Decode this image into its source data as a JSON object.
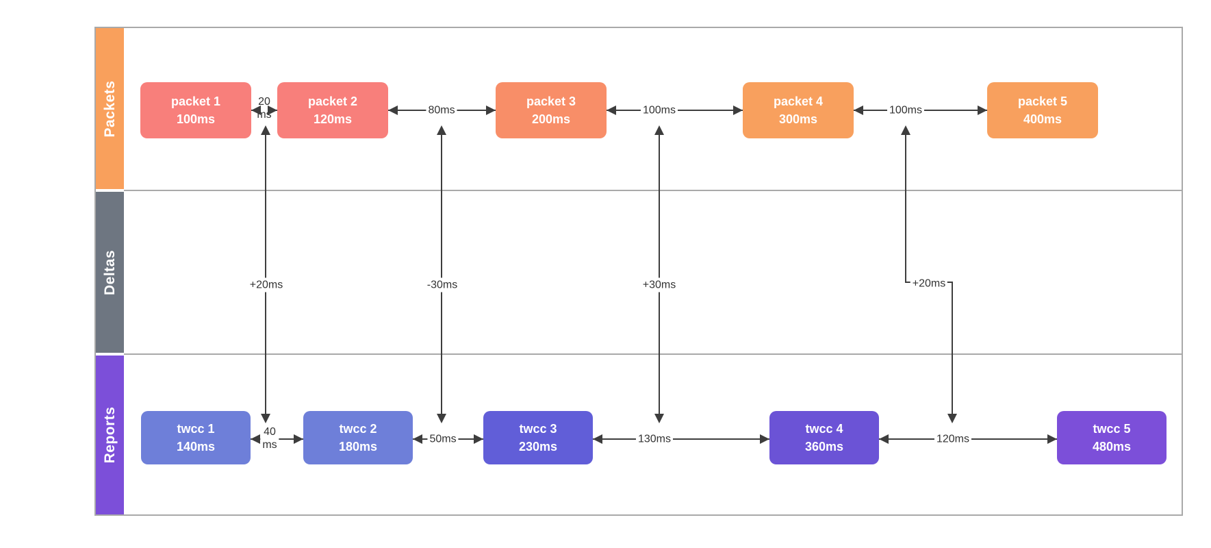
{
  "diagram": {
    "title_hint": "TWCC packet timing swimlane diagram",
    "lanes": [
      {
        "label": "Packets",
        "color": "#f9a05c"
      },
      {
        "label": "Deltas",
        "color": "#6e7681"
      },
      {
        "label": "Reports",
        "color": "#7c4fd9"
      }
    ],
    "packets": [
      {
        "name": "packet 1",
        "time": "100ms",
        "color": "#f87f7b"
      },
      {
        "name": "packet 2",
        "time": "120ms",
        "color": "#f87f7b"
      },
      {
        "name": "packet 3",
        "time": "200ms",
        "color": "#f88e68"
      },
      {
        "name": "packet 4",
        "time": "300ms",
        "color": "#f8a05e"
      },
      {
        "name": "packet 5",
        "time": "400ms",
        "color": "#f8a05e"
      }
    ],
    "packet_intervals": [
      "20\nms",
      "80ms",
      "100ms",
      "100ms"
    ],
    "reports": [
      {
        "name": "twcc 1",
        "time": "140ms",
        "color": "#6e7fd9"
      },
      {
        "name": "twcc 2",
        "time": "180ms",
        "color": "#6e7fd9"
      },
      {
        "name": "twcc 3",
        "time": "230ms",
        "color": "#615ed8"
      },
      {
        "name": "twcc 4",
        "time": "360ms",
        "color": "#6b53d6"
      },
      {
        "name": "twcc 5",
        "time": "480ms",
        "color": "#7c4fd9"
      }
    ],
    "report_intervals": [
      "40\nms",
      "50ms",
      "130ms",
      "120ms"
    ],
    "deltas": [
      "+20ms",
      "-30ms",
      "+30ms",
      "+20ms"
    ],
    "line_color": "#3d3d3d",
    "border_color": "#a9a9a9",
    "background_color": "#ffffff"
  }
}
